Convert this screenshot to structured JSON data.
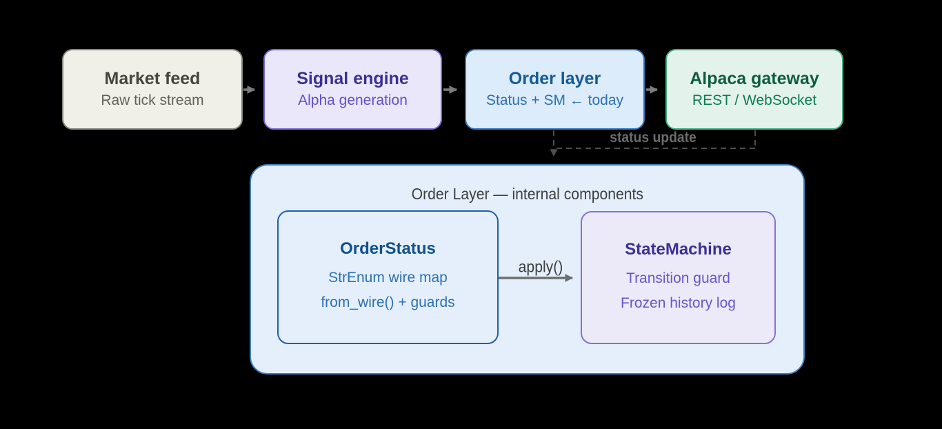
{
  "background": "#000000",
  "pipeline": {
    "arrow_color": "#7d7d7d",
    "nodes": [
      {
        "name": "market-feed",
        "title": "Market feed",
        "subtitle": "Raw tick stream",
        "fill": "#f0efe8",
        "border": "#86867c",
        "title_color": "#45453e",
        "subtitle_color": "#62625a"
      },
      {
        "name": "signal-engine",
        "title": "Signal engine",
        "subtitle": "Alpha generation",
        "fill": "#eae7fa",
        "border": "#7a68d2",
        "title_color": "#3a3192",
        "subtitle_color": "#6150c8"
      },
      {
        "name": "order-layer",
        "title": "Order layer",
        "subtitle": "Status + SM ← today",
        "fill": "#dcecfb",
        "border": "#2e74ba",
        "title_color": "#155a96",
        "subtitle_color": "#2d6fb5"
      },
      {
        "name": "alpaca-gateway",
        "title": "Alpaca gateway",
        "subtitle": "REST / WebSocket",
        "fill": "#e3f3ec",
        "border": "#43ad85",
        "title_color": "#0f5c42",
        "subtitle_color": "#107a56"
      }
    ]
  },
  "status_edge": {
    "label": "status update",
    "label_color": "#6c6c6c",
    "line_color": "#4f4f4f"
  },
  "detail_panel": {
    "title": "Order Layer — internal components",
    "title_color": "#3f3f3f",
    "fill": "#e4effb",
    "border": "#3a7dbf",
    "nodes": [
      {
        "name": "order-status",
        "title": "OrderStatus",
        "lines": [
          "StrEnum wire map",
          "from_wire() + guards"
        ],
        "fill": "#e4effb",
        "border": "#2160a8",
        "title_color": "#11508c",
        "line_color": "#2d6fb5"
      },
      {
        "name": "state-machine",
        "title": "StateMachine",
        "lines": [
          "Transition guard",
          "Frozen history log"
        ],
        "fill": "#ece9f9",
        "border": "#8373cf",
        "title_color": "#3a3093",
        "line_color": "#6657c8"
      }
    ],
    "apply_edge": {
      "label": "apply()",
      "label_color": "#3e3e3e",
      "line_color": "#6e6e6e"
    }
  }
}
